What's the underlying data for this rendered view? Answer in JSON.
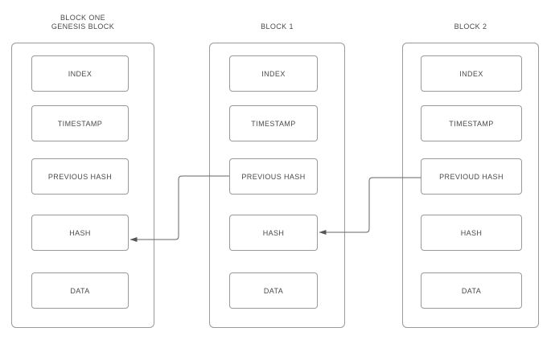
{
  "diagram": {
    "type": "blockchain-flowchart",
    "background_color": "#ffffff",
    "shape_border_color": "#999999",
    "text_color": "#4a4a4a",
    "arrow_color": "#666666",
    "blocks": [
      {
        "title_lines": [
          "BLOCK ONE",
          "GENESIS BLOCK"
        ],
        "fields": [
          "INDEX",
          "TIMESTAMP",
          "PREVIOUS HASH",
          "HASH",
          "DATA"
        ]
      },
      {
        "title_lines": [
          "BLOCK 1"
        ],
        "fields": [
          "INDEX",
          "TIMESTAMP",
          "PREVIOUS HASH",
          "HASH",
          "DATA"
        ]
      },
      {
        "title_lines": [
          "BLOCK 2"
        ],
        "fields": [
          "INDEX",
          "TIMESTAMP",
          "PREVIOUD HASH",
          "HASH",
          "DATA"
        ]
      }
    ],
    "connections": [
      {
        "from": "BLOCK 1 / PREVIOUS HASH",
        "to": "BLOCK ONE GENESIS BLOCK / HASH",
        "style": "elbow-arrow"
      },
      {
        "from": "BLOCK 2 / PREVIOUD HASH",
        "to": "BLOCK 1 / HASH",
        "style": "elbow-arrow"
      }
    ]
  }
}
